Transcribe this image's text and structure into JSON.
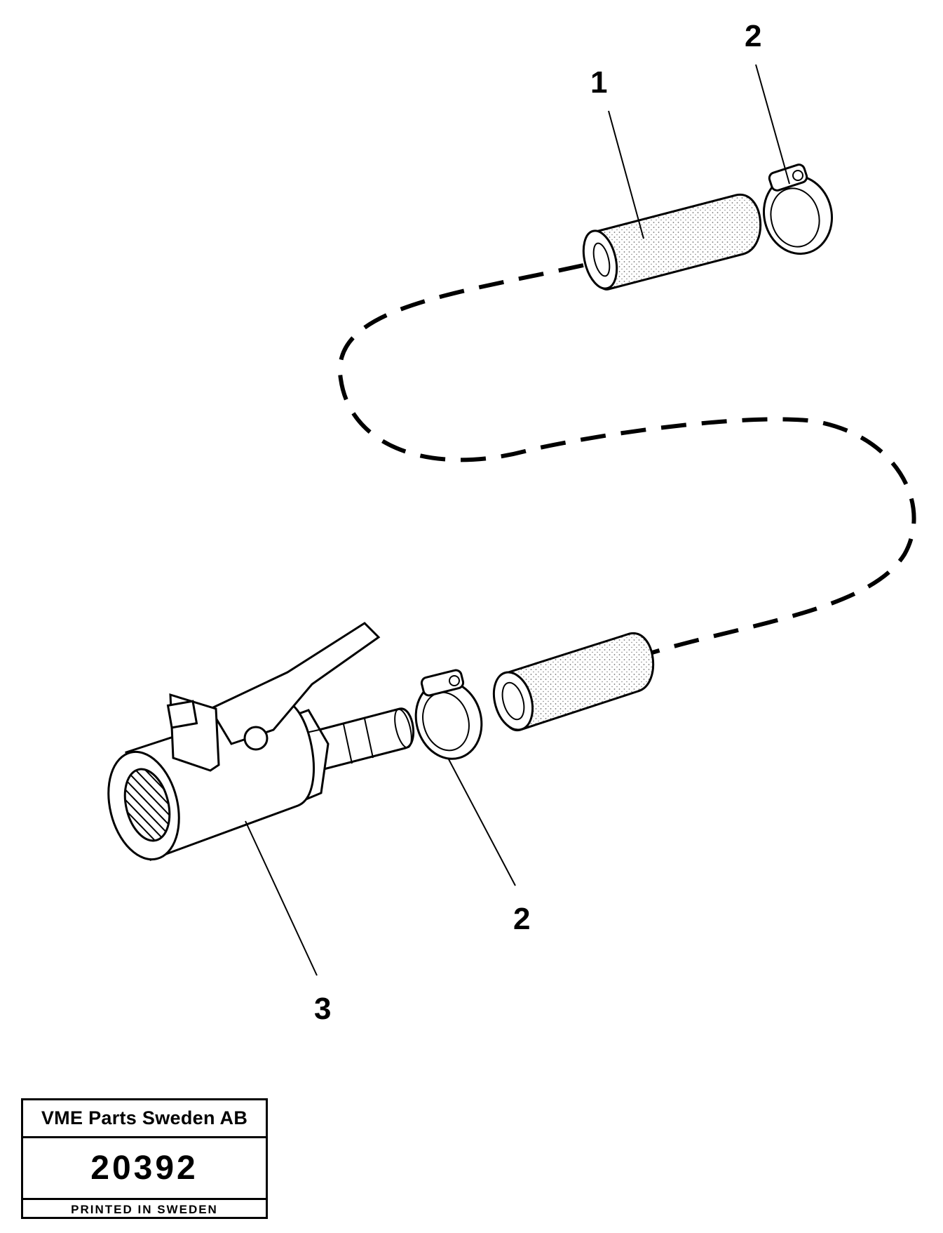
{
  "callouts": {
    "hose_top": "1",
    "clamp_top": "2",
    "clamp_bottom": "2",
    "coupling": "3"
  },
  "title_block": {
    "company": "VME Parts Sweden AB",
    "number": "20392",
    "printed": "PRINTED IN SWEDEN"
  },
  "colors": {
    "ink": "#000000",
    "paper": "#ffffff"
  }
}
